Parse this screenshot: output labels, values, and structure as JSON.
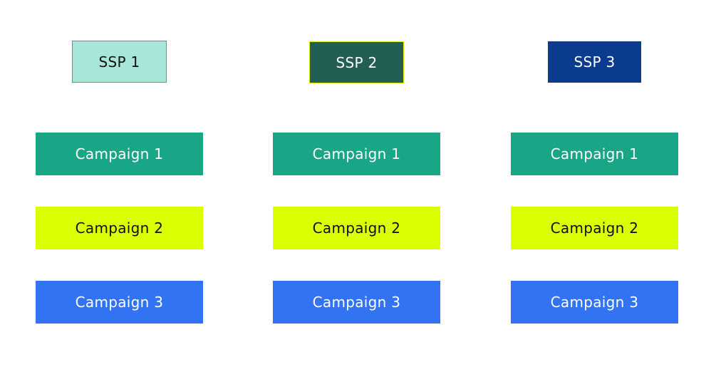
{
  "ssps": [
    {
      "label": "SSP 1",
      "bg": "#a8e6d9",
      "border": "#4a90e2",
      "text_color": "#111111"
    },
    {
      "label": "SSP 2",
      "bg": "#235e55",
      "border": "#d4f000",
      "text_color": "#ffffff"
    },
    {
      "label": "SSP 3",
      "bg": "#0b3b8c",
      "border": "#0b3b8c",
      "text_color": "#ffffff"
    }
  ],
  "campaigns": [
    {
      "label": "Campaign 1",
      "bg": "#19a687",
      "text_color": "#ffffff"
    },
    {
      "label": "Campaign 2",
      "bg": "#d9ff00",
      "text_color": "#111111"
    },
    {
      "label": "Campaign 3",
      "bg": "#3273f3",
      "text_color": "#ffffff"
    }
  ],
  "columns": [
    {
      "ssp": "SSP 1",
      "campaigns": [
        "Campaign 1",
        "Campaign 2",
        "Campaign 3"
      ]
    },
    {
      "ssp": "SSP 2",
      "campaigns": [
        "Campaign 1",
        "Campaign 2",
        "Campaign 3"
      ]
    },
    {
      "ssp": "SSP 3",
      "campaigns": [
        "Campaign 1",
        "Campaign 2",
        "Campaign 3"
      ]
    }
  ]
}
